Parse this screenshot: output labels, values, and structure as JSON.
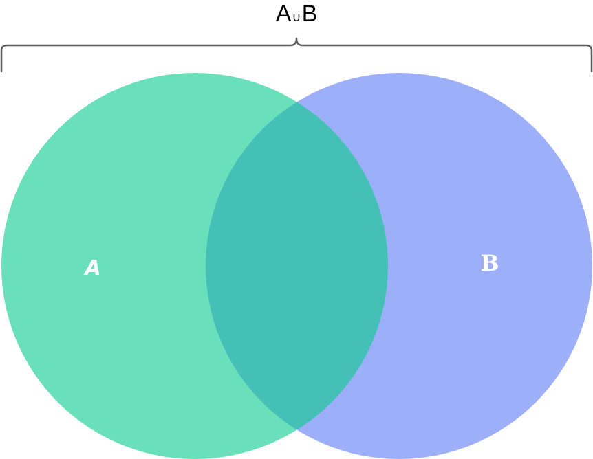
{
  "diagram": {
    "title": {
      "left": "A",
      "symbol": "∪",
      "right": "B"
    },
    "sets": [
      {
        "label": "A",
        "color": "#69e0b9"
      },
      {
        "label": "B",
        "color": "#9eaff9"
      }
    ],
    "intersection_color": "#44c0b7",
    "bracket_color": "#5c5c5c"
  }
}
